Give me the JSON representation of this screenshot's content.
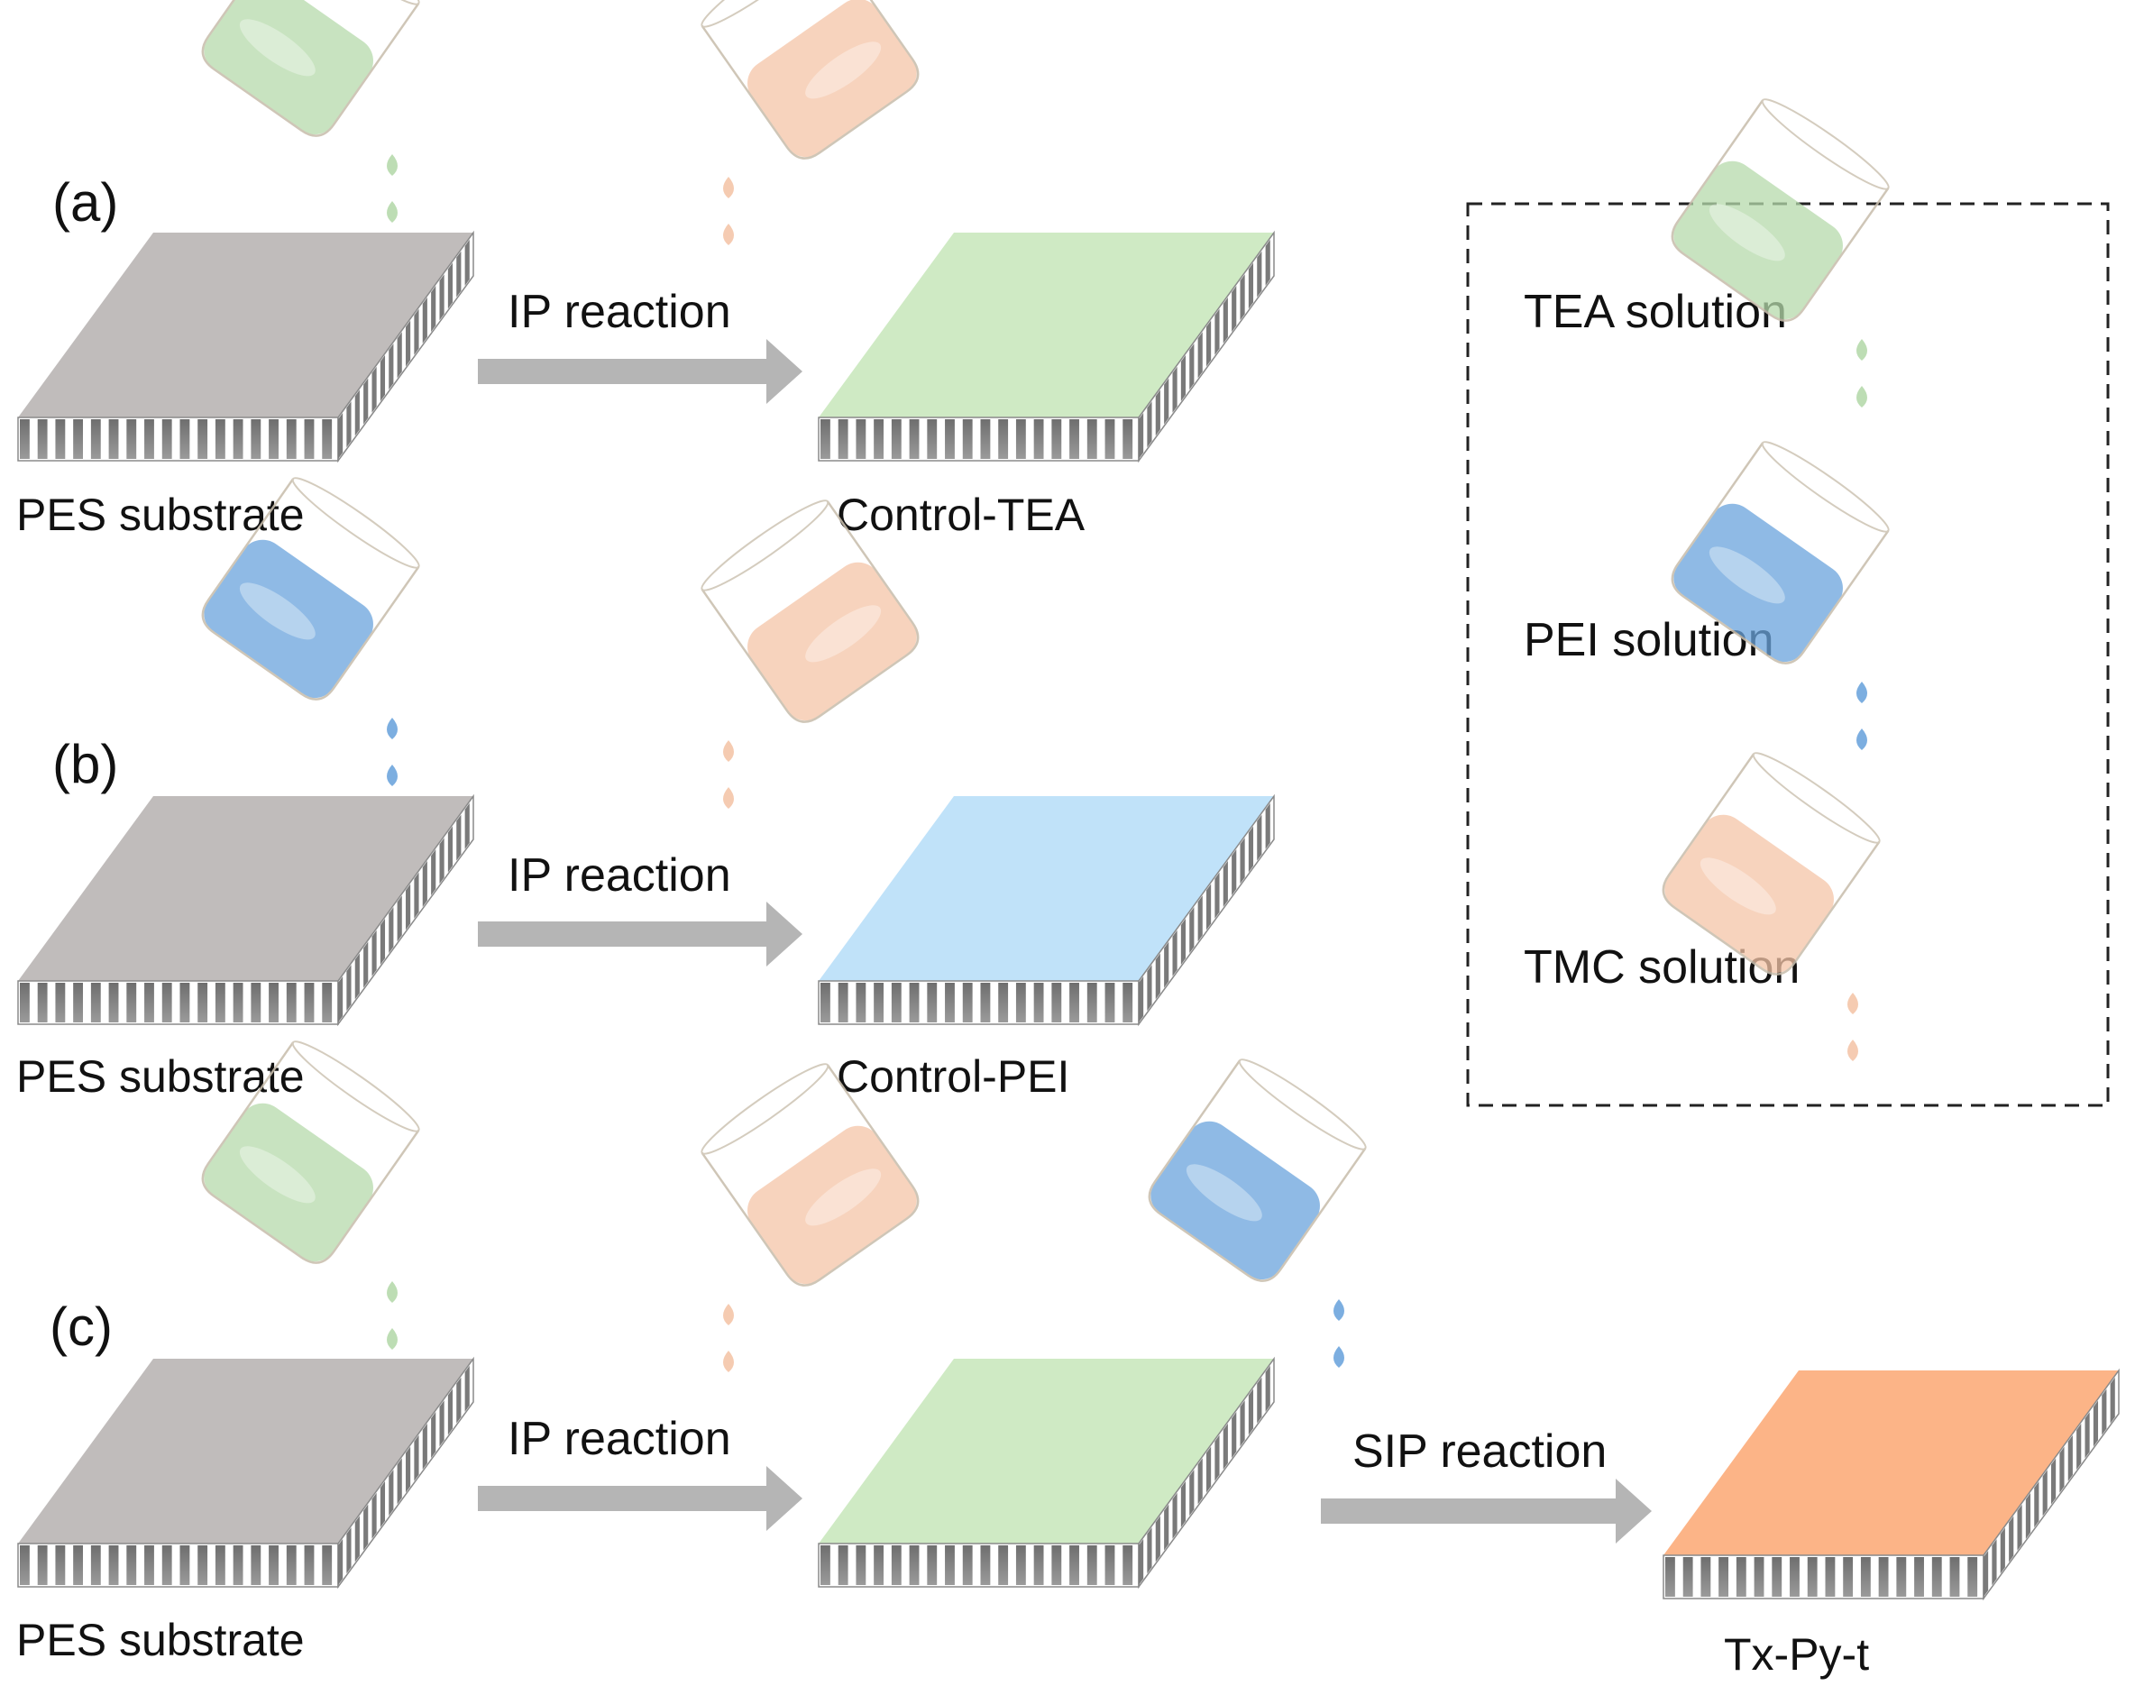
{
  "colors": {
    "substrate_gray": "#c0bcbb",
    "tea_green": "#cfeac4",
    "pei_blue": "#c0e2f9",
    "tx_orange": "#fcb487",
    "arrow_gray": "#b5b5b5",
    "tea_solution": "#b5d9aa",
    "pei_solution": "#6aa3dc",
    "tmc_solution": "#f4c4a7"
  },
  "panels": {
    "a": {
      "label": "(a)",
      "substrate_label": "PES substrate",
      "reaction_label": "IP reaction",
      "product_label": "Control-TEA",
      "beakers": [
        "tea-solution",
        "tmc-solution"
      ]
    },
    "b": {
      "label": "(b)",
      "substrate_label": "PES substrate",
      "reaction_label": "IP reaction",
      "product_label": "Control-PEI",
      "beakers": [
        "pei-solution",
        "tmc-solution"
      ]
    },
    "c": {
      "label": "(c)",
      "substrate_label": "PES substrate",
      "reaction_label": "IP reaction",
      "second_reaction_label": "SIP reaction",
      "product_label": "Tx-Py-t",
      "beakers": [
        "tea-solution",
        "tmc-solution",
        "pei-solution"
      ]
    }
  },
  "legend": {
    "items": [
      {
        "label": "TEA solution",
        "icon": "tea-beaker-icon"
      },
      {
        "label": "PEI solution",
        "icon": "pei-beaker-icon"
      },
      {
        "label": "TMC solution",
        "icon": "tmc-beaker-icon"
      }
    ]
  }
}
